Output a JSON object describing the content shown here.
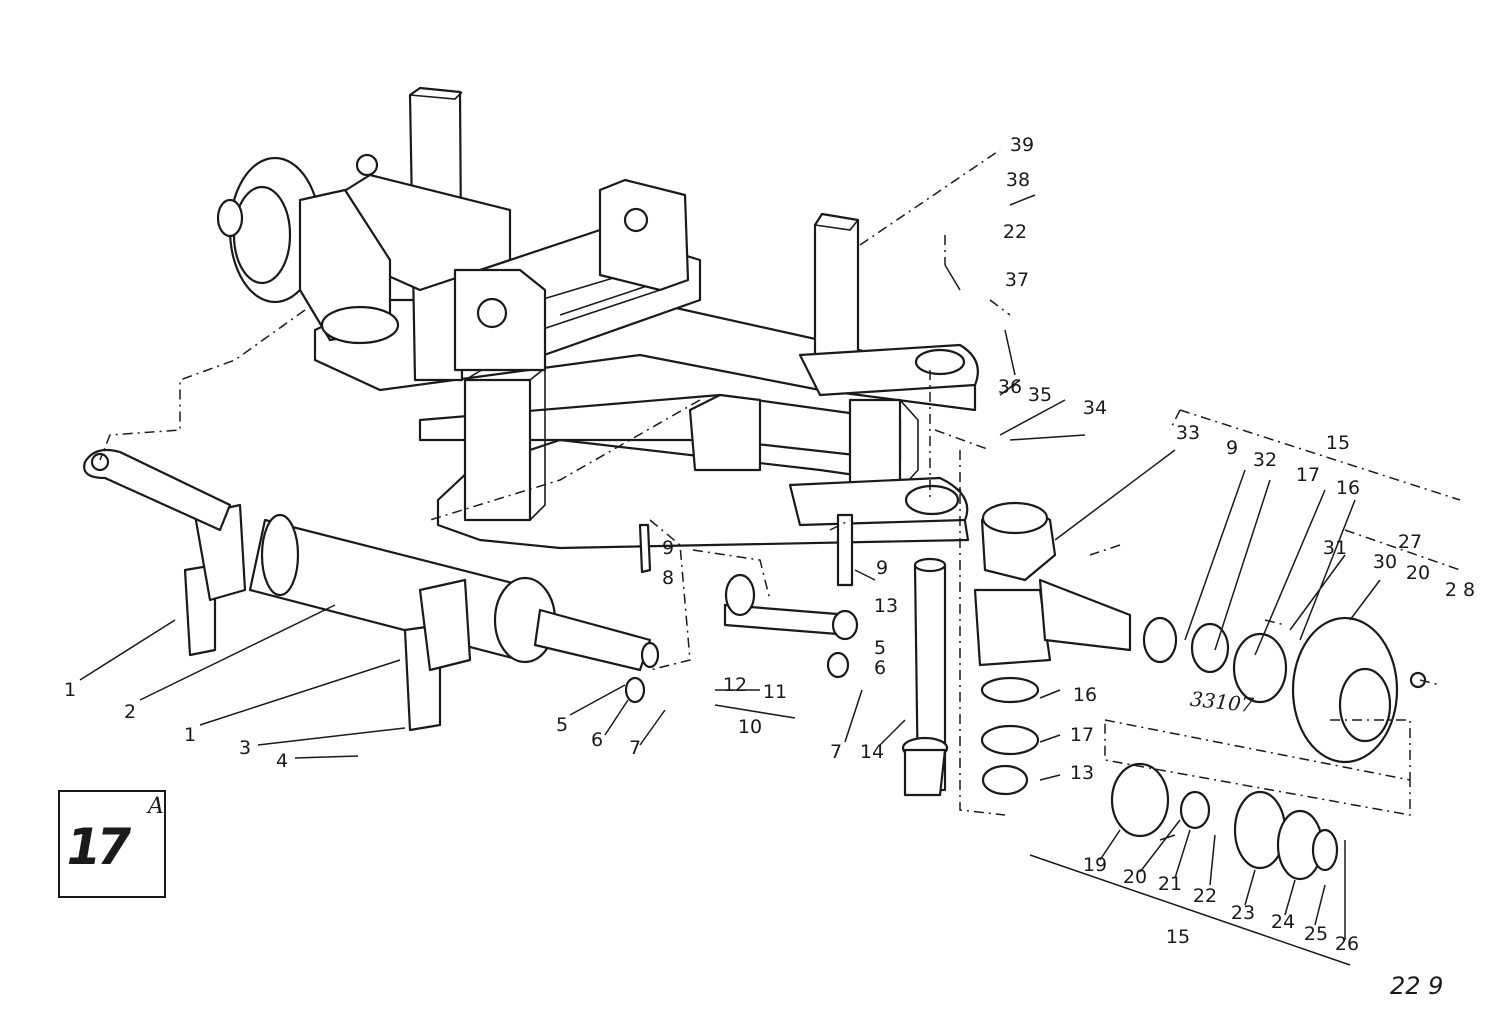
{
  "figure": {
    "plate_number": "17",
    "plate_letter": "A",
    "page_number": "22 9",
    "handwritten_note": "33107"
  },
  "callouts": [
    {
      "id": "c39",
      "text": "39"
    },
    {
      "id": "c38",
      "text": "38"
    },
    {
      "id": "c22a",
      "text": "22"
    },
    {
      "id": "c37",
      "text": "37"
    },
    {
      "id": "c36",
      "text": "36"
    },
    {
      "id": "c35",
      "text": "35"
    },
    {
      "id": "c34",
      "text": "34"
    },
    {
      "id": "c33",
      "text": "33"
    },
    {
      "id": "c9a",
      "text": "9"
    },
    {
      "id": "c32",
      "text": "32"
    },
    {
      "id": "c17a",
      "text": "17"
    },
    {
      "id": "c16a",
      "text": "16"
    },
    {
      "id": "c15a",
      "text": "15"
    },
    {
      "id": "c31",
      "text": "31"
    },
    {
      "id": "c27",
      "text": "27"
    },
    {
      "id": "c30",
      "text": "30"
    },
    {
      "id": "c20a",
      "text": "20"
    },
    {
      "id": "c28",
      "text": "2 8"
    },
    {
      "id": "c9b",
      "text": "9"
    },
    {
      "id": "c8",
      "text": "8"
    },
    {
      "id": "c9c",
      "text": "9"
    },
    {
      "id": "c13a",
      "text": "13"
    },
    {
      "id": "c5a",
      "text": "5"
    },
    {
      "id": "c6a",
      "text": "6"
    },
    {
      "id": "c7a",
      "text": "7"
    },
    {
      "id": "c14",
      "text": "14"
    },
    {
      "id": "c16b",
      "text": "16"
    },
    {
      "id": "c17b",
      "text": "17"
    },
    {
      "id": "c13b",
      "text": "13"
    },
    {
      "id": "c1a",
      "text": "1"
    },
    {
      "id": "c2",
      "text": "2"
    },
    {
      "id": "c1b",
      "text": "1"
    },
    {
      "id": "c3",
      "text": "3"
    },
    {
      "id": "c4",
      "text": "4"
    },
    {
      "id": "c5b",
      "text": "5"
    },
    {
      "id": "c6b",
      "text": "6"
    },
    {
      "id": "c7b",
      "text": "7"
    },
    {
      "id": "c12",
      "text": "12"
    },
    {
      "id": "c11",
      "text": "11"
    },
    {
      "id": "c10",
      "text": "10"
    },
    {
      "id": "c19",
      "text": "19"
    },
    {
      "id": "c20b",
      "text": "20"
    },
    {
      "id": "c21",
      "text": "21"
    },
    {
      "id": "c22b",
      "text": "22"
    },
    {
      "id": "c23",
      "text": "23"
    },
    {
      "id": "c24",
      "text": "24"
    },
    {
      "id": "c25",
      "text": "25"
    },
    {
      "id": "c26",
      "text": "26"
    },
    {
      "id": "c15b",
      "text": "15"
    }
  ]
}
